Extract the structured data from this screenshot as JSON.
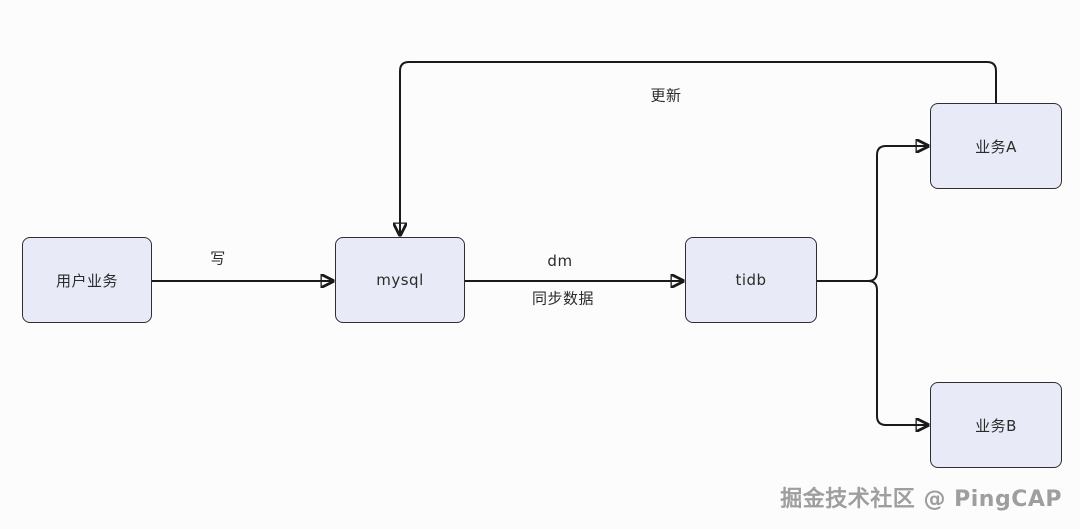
{
  "diagram": {
    "nodes": {
      "user": {
        "label": "用户业务"
      },
      "mysql": {
        "label": "mysql"
      },
      "tidb": {
        "label": "tidb"
      },
      "biz_a": {
        "label": "业务A"
      },
      "biz_b": {
        "label": "业务B"
      }
    },
    "edges": {
      "write": {
        "label": "写",
        "from": "用户业务",
        "to": "mysql"
      },
      "dm": {
        "label": "dm",
        "from": "mysql",
        "to": "tidb"
      },
      "sync": {
        "label": "同步数据",
        "from": "mysql",
        "to": "tidb"
      },
      "update": {
        "label": "更新",
        "from": "业务A",
        "to": "mysql"
      }
    },
    "colors": {
      "node_fill": "#e8ebf7",
      "node_border": "#2f2f2f",
      "edge": "#1a1a1a",
      "background": "#fcfcfc",
      "watermark": "#9e9e9e"
    }
  },
  "watermark": {
    "text": "掘金技术社区 @ PingCAP"
  }
}
